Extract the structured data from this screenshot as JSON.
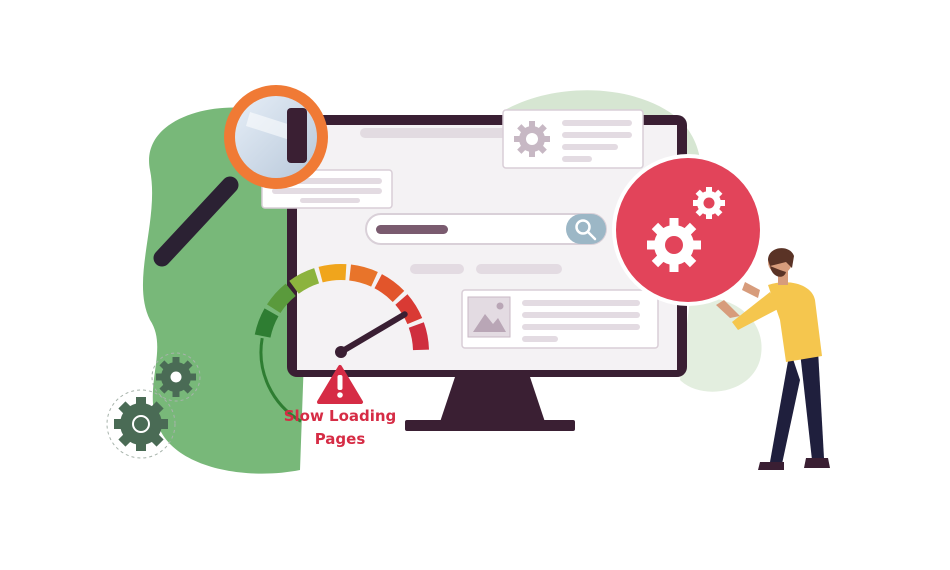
{
  "warning": {
    "line1": "Slow Loading",
    "line2": "Pages"
  },
  "gauge": {
    "level": 0.82,
    "segment_colors": [
      "#2e7d32",
      "#5a9a3c",
      "#8cb33e",
      "#f0a51c",
      "#e8742a",
      "#e2552b",
      "#d93a34",
      "#cf2e3e"
    ]
  },
  "colors": {
    "accent_red": "#e2445a",
    "green_blob": "#78b879",
    "monitor_frame": "#3a1f33",
    "orange_ring": "#f07a35",
    "gear_dark": "#4a6b55",
    "shirt_yellow": "#f5c64e",
    "pants_navy": "#1f1f3d",
    "warning_text": "#d62c45"
  },
  "icons": {
    "search": "search-icon",
    "settings_card": "gear-icon",
    "magnifier": "magnifying-glass-icon",
    "gears": "gears-icon",
    "image": "image-icon",
    "warning": "warning-icon"
  }
}
